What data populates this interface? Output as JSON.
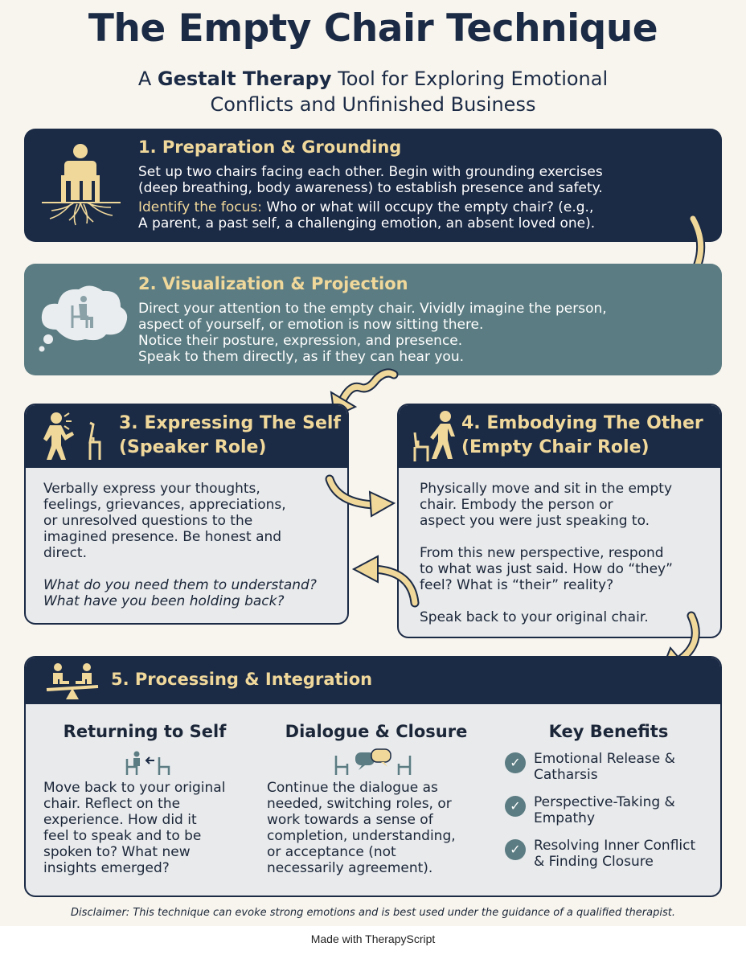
{
  "header": {
    "title": "The Empty Chair Technique",
    "subtitle_pre": "A ",
    "subtitle_bold": "Gestalt Therapy",
    "subtitle_post": " Tool for Exploring Emotional",
    "subtitle_line2": "Conflicts and Unfinished Business"
  },
  "steps": {
    "s1": {
      "title": "1. Preparation & Grounding",
      "body_line1": "Set up two chairs facing each other. Begin with grounding exercises",
      "body_line2": "(deep breathing, body awareness) to establish presence and safety.",
      "focus_label": "Identify the focus:",
      "focus_text": " Who or what will occupy the empty chair? (e.g.,",
      "focus_line2": "A parent, a past self, a challenging emotion, an absent loved one).",
      "icon": "grounded-person-icon"
    },
    "s2": {
      "title": "2. Visualization & Projection",
      "lines": [
        "Direct your attention to the empty chair. Vividly imagine the person,",
        "aspect of yourself, or emotion is now sitting there.",
        "Notice their posture, expression, and presence.",
        "Speak to them directly, as if they can hear you."
      ],
      "icon": "thought-cloud-chair-icon"
    },
    "s3": {
      "title_line1": "3. Expressing The Self",
      "title_line2": "(Speaker Role)",
      "para1": [
        "Verbally express your thoughts,",
        "feelings, grievances, appreciations,",
        "or unresolved questions to the",
        "imagined presence. Be honest and",
        "direct."
      ],
      "para2": [
        "What do you need them to understand?",
        "What have you been holding back?"
      ],
      "icon": "speaker-with-chair-icon"
    },
    "s4": {
      "title_line1": "4. Embodying The Other",
      "title_line2": "(Empty Chair Role)",
      "para1": [
        "Physically move and sit in the empty",
        "chair. Embody the person or",
        "aspect you were just speaking to."
      ],
      "para2": [
        "From this new perspective, respond",
        "to what was just said. How do “they”",
        "feel? What is “their” reality?"
      ],
      "para3": [
        "Speak back to your original chair."
      ],
      "icon": "person-moving-to-chair-icon"
    },
    "s5": {
      "title": "5. Processing & Integration",
      "icon": "balance-scale-people-icon",
      "col1": {
        "title": "Returning to Self",
        "icon": "return-to-chair-icon",
        "lines": [
          "Move back to your original",
          "chair. Reflect on the",
          "experience. How did it",
          "feel to speak and to be",
          "spoken to? What new",
          "insights emerged?"
        ]
      },
      "col2": {
        "title": "Dialogue & Closure",
        "icon": "chairs-dialogue-icon",
        "lines": [
          "Continue the dialogue as",
          "needed, switching roles, or",
          "work towards a sense of",
          "completion, understanding,",
          "or acceptance (not",
          "necessarily agreement)."
        ]
      },
      "col3": {
        "title": "Key Benefits",
        "benefits": [
          [
            "Emotional Release &",
            "Catharsis"
          ],
          [
            "Perspective-Taking &",
            "Empathy"
          ],
          [
            "Resolving Inner Conflict",
            "& Finding Closure"
          ]
        ]
      }
    }
  },
  "disclaimer": "Disclaimer: This technique can evoke strong emotions and is best used under the guidance of a qualified therapist.",
  "footer": "Made with TherapyScript",
  "colors": {
    "navy": "#1b2a45",
    "teal": "#5b7c82",
    "gold": "#f0d89b",
    "card": "#e8eaec",
    "background": "#f8f5ee"
  }
}
